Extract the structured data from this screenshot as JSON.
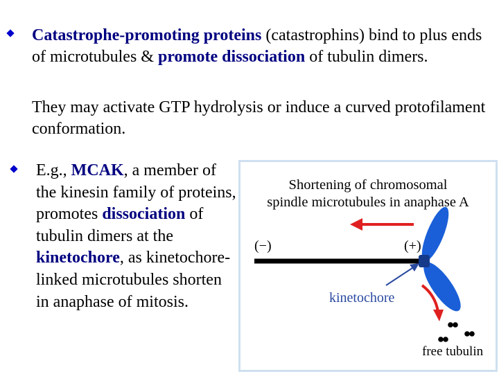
{
  "bullet1": {
    "bold_term": "Catastrophe-promoting proteins",
    "text_a": " (catastrophins) bind to plus ends of microtubules & ",
    "bold_action": "promote dissociation",
    "text_b": " of tubulin dimers."
  },
  "bullet1_continuation": "They may activate GTP hydrolysis or induce a curved protofilament conformation.",
  "bullet2": {
    "prefix": "E.g., ",
    "mcak": "MCAK",
    "text_a": ", a member of the kinesin family of proteins, promotes ",
    "dissociation": "dissociation",
    "text_b": " of tubulin dimers at the ",
    "kinetochore": "kinetochore",
    "text_c": ", as kinetochore-linked microtubules shorten in anaphase of mitosis."
  },
  "figure": {
    "title_line1": "Shortening of chromosomal",
    "title_line2": "spindle microtubules in anaphase A",
    "minus_label": "(−)",
    "plus_label": "(+)",
    "kinetochore_label": "kinetochore",
    "free_tubulin_label": "free tubulin",
    "colors": {
      "arrow_red": "#e02020",
      "kinetochore_blue": "#1a5fd8",
      "label_blue": "#2a4aa0",
      "microtubule": "#000000"
    }
  },
  "colors": {
    "bullet": "#0000cc",
    "emphasis": "#000080"
  }
}
